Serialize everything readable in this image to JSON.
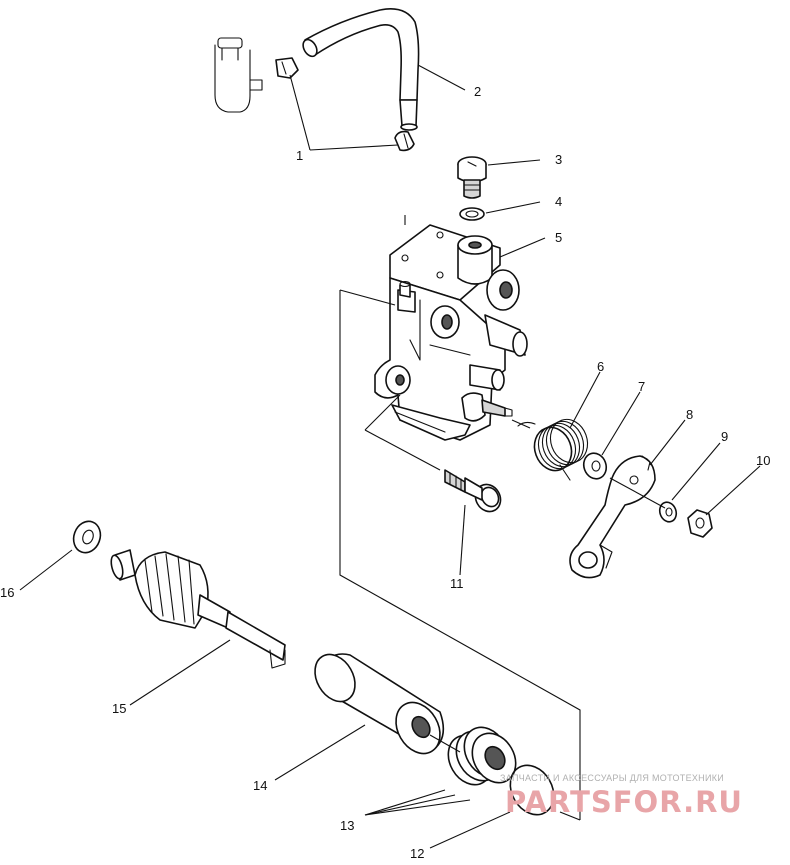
{
  "parts": [
    {
      "id": "1",
      "label": "1"
    },
    {
      "id": "2",
      "label": "2"
    },
    {
      "id": "3",
      "label": "3"
    },
    {
      "id": "4",
      "label": "4"
    },
    {
      "id": "5",
      "label": "5"
    },
    {
      "id": "6",
      "label": "6"
    },
    {
      "id": "7",
      "label": "7"
    },
    {
      "id": "8",
      "label": "8"
    },
    {
      "id": "9",
      "label": "9"
    },
    {
      "id": "10",
      "label": "10"
    },
    {
      "id": "11",
      "label": "11"
    },
    {
      "id": "12",
      "label": "12"
    },
    {
      "id": "13",
      "label": "13"
    },
    {
      "id": "14",
      "label": "14"
    },
    {
      "id": "15",
      "label": "15"
    },
    {
      "id": "16",
      "label": "16"
    }
  ],
  "watermark": {
    "tagline": "ЗАПЧАСТИ И АКСЕССУАРЫ ДЛЯ МОТОТЕХНИКИ",
    "logo": "PARTSFOR.RU",
    "logo_color": "#e8a5a8"
  }
}
